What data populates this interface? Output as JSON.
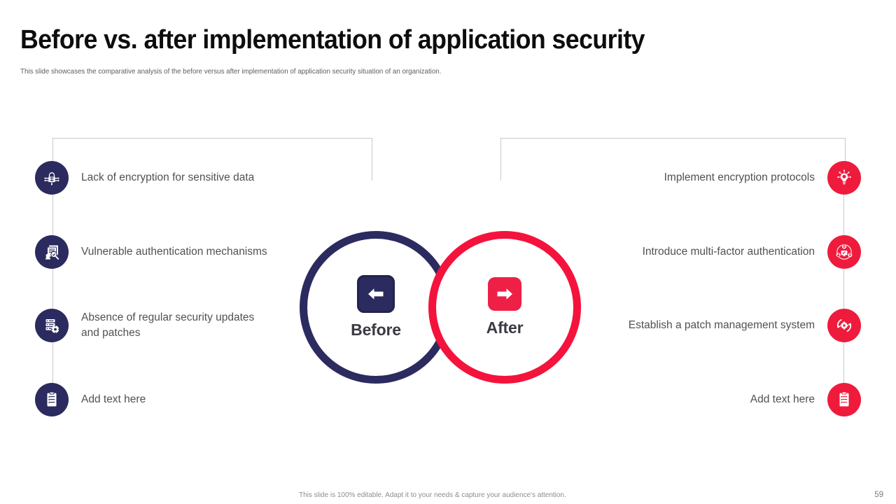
{
  "header": {
    "title": "Before vs. after implementation of application security",
    "subtitle": "This slide showcases the comparative analysis of the before versus after implementation of application security situation of an organization."
  },
  "center": {
    "before": {
      "label": "Before",
      "icon": "arrow-left-icon",
      "color": "#2b2b5f"
    },
    "after": {
      "label": "After",
      "icon": "arrow-right-icon",
      "color": "#f4133c"
    }
  },
  "columns": {
    "before": {
      "accent": "#2b2b5f",
      "items": [
        {
          "label": "Lack of encryption for sensitive data",
          "icon": "lock-network-icon"
        },
        {
          "label": "Vulnerable authentication mechanisms",
          "icon": "document-audit-icon"
        },
        {
          "label": "Absence of regular security updates\nand patches",
          "icon": "server-gear-icon"
        },
        {
          "label": "Add text here",
          "icon": "clipboard-icon"
        }
      ]
    },
    "after": {
      "accent": "#ef1b3c",
      "items": [
        {
          "label": "Implement encryption protocols",
          "icon": "lightbulb-gear-icon"
        },
        {
          "label": "Introduce multi-factor authentication",
          "icon": "multi-factor-auth-icon"
        },
        {
          "label": "Establish a patch management system",
          "icon": "gear-refresh-icon"
        },
        {
          "label": "Add text here",
          "icon": "clipboard-icon"
        }
      ]
    }
  },
  "footer": {
    "note": "This slide is 100% editable. Adapt it to your needs & capture your audience's attention.",
    "page_number": "59"
  }
}
